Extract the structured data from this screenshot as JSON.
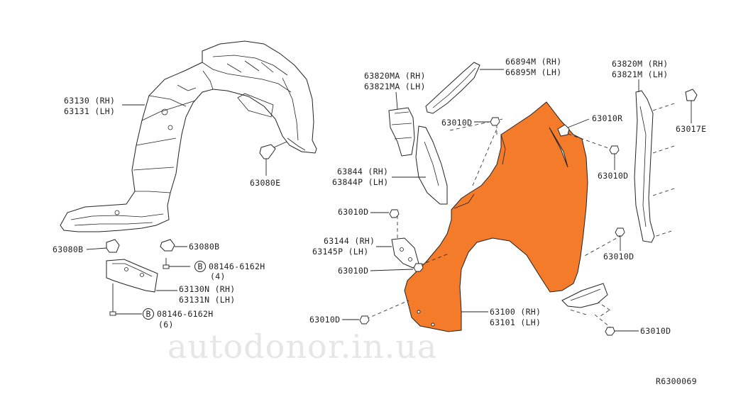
{
  "diagram": {
    "ref_code": "R6300069",
    "watermark": "autodonor.in.ua",
    "labels": {
      "p63130": "63130 (RH)",
      "p63131": "63131 (LH)",
      "p63080E": "63080E",
      "p63080B_left": "63080B",
      "p63080B_right": "63080B",
      "bolt_a": "08146-6162H",
      "bolt_a_qty": "(4)",
      "p63130N": "63130N (RH)",
      "p63131N": "63131N (LH)",
      "bolt_b": "08146-6162H",
      "bolt_b_qty": "(6)",
      "badge_a": "B",
      "badge_b": "B",
      "p63820MA": "63820MA (RH)",
      "p63821MA": "63821MA (LH)",
      "p66894M": "66894M (RH)",
      "p66895M": "66895M (LH)",
      "p63010D_top": "63010D",
      "p63010R": "63010R",
      "p63820M": "63820M (RH)",
      "p63821M": "63821M (LH)",
      "p63017E": "63017E",
      "p63010D_right": "63010D",
      "p63844": "63844 (RH)",
      "p63844P": "63844P (LH)",
      "p63010D_mid": "63010D",
      "p63144": "63144  (RH)",
      "p63145P": "63145P (LH)",
      "p63010D_bracket": "63010D",
      "p63010D_lower_right": "63010D",
      "p63100": "63100 (RH)",
      "p63101": "63101 (LH)",
      "p63010D_bottom_left": "63010D",
      "p63010D_bottom_right": "63010D"
    },
    "colors": {
      "fender": "#f37b2a",
      "line": "#222222",
      "watermark": "#e6e6e6"
    }
  }
}
